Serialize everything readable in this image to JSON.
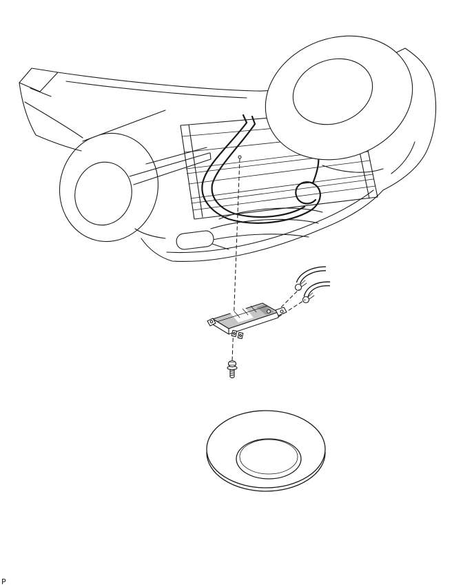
{
  "page": {
    "label_bottom_left": "P"
  },
  "theme": {
    "background": "#ffffff",
    "line": "#1a1a1a",
    "part_fill": "#c6c6c6",
    "part_fill_dark": "#9b9b9b"
  },
  "diagram": {
    "type": "exploded-view-line-drawing",
    "part_names": [
      "vehicle-underbody",
      "rear-wheel-left",
      "rear-wheel-right",
      "floor-pan",
      "fuel-tube-lines",
      "assembly-alignment-dashes",
      "protector-plate",
      "hoses",
      "hose-clamps",
      "mounting-bolt",
      "spare-tire"
    ]
  }
}
